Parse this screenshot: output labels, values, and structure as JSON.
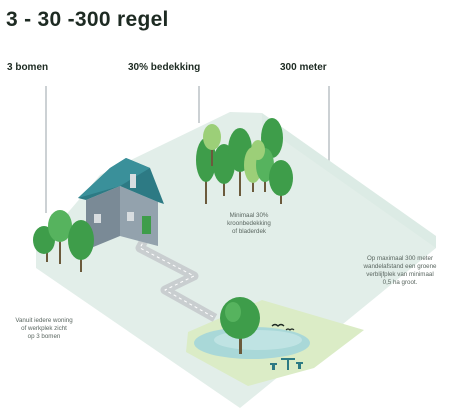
{
  "title": "3 - 30 -300 regel",
  "labels": {
    "trees": "3 bomen",
    "canopy": "30% bedekking",
    "distance": "300 meter"
  },
  "captions": {
    "canopy": [
      "Minimaal 30%",
      "kroonbedekking",
      "of bladerdek"
    ],
    "distance": [
      "Op maximaal 300 meter",
      "wandelafstand een groene",
      "verblijfplek van minimaal",
      "0,5 ha groot."
    ],
    "trees": [
      "Vanuit iedere woning",
      "of werkplek zicht",
      "op 3 bomen"
    ]
  },
  "colors": {
    "ground": "#e2eee9",
    "park": "#dbecc6",
    "pond": "#a9d8d8",
    "road": "#c9ced0",
    "tree_dark": "#3e9d4a",
    "tree_light": "#9ccf78",
    "trunk": "#6b5a3c",
    "house_wall": "#7a8a96",
    "roof": "#2d7a84"
  }
}
